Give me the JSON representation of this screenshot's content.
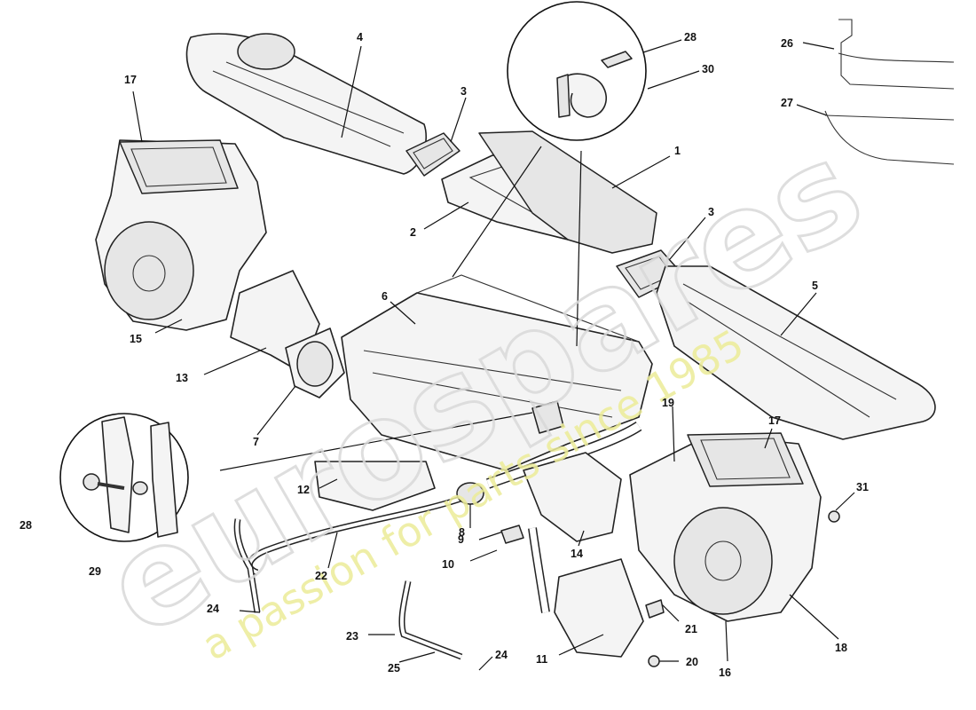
{
  "callouts": [
    "1",
    "2",
    "3",
    "3",
    "4",
    "5",
    "6",
    "7",
    "8",
    "9",
    "10",
    "11",
    "12",
    "13",
    "14",
    "15",
    "16",
    "17",
    "17",
    "18",
    "19",
    "20",
    "21",
    "22",
    "23",
    "24",
    "24",
    "25",
    "26",
    "27",
    "28",
    "28",
    "29",
    "30",
    "31"
  ],
  "watermark": {
    "brand": "eurospares",
    "tagline": "a passion for parts since 1985"
  }
}
